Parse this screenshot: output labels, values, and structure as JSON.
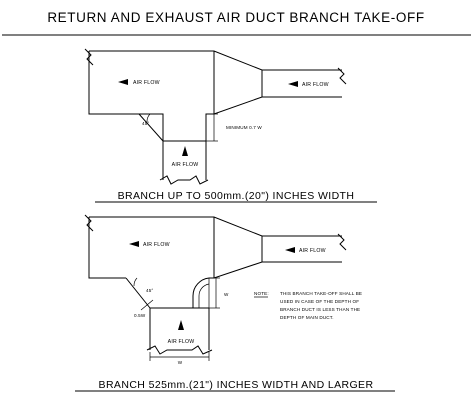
{
  "title": "RETURN AND EXHAUST AIR DUCT BRANCH TAKE-OFF",
  "detail_1": {
    "caption": "BRANCH UP TO 500mm.(20\") INCHES WIDTH",
    "main_duct_label": "AIR FLOW",
    "outlet_label": "AIR FLOW",
    "branch_label": "AIR FLOW",
    "angle_label": "45°",
    "dimension_note": "MINIMUM 0.7 W"
  },
  "detail_2": {
    "caption": "BRANCH 525mm.(21\") INCHES WIDTH AND LARGER",
    "main_duct_label": "AIR FLOW",
    "outlet_label": "AIR FLOW",
    "branch_label": "AIR FLOW",
    "angle_label": "45°",
    "radius_label": "0.5W",
    "height_label": "W",
    "width_label": "W",
    "note_heading": "NOTE:",
    "note_lines": [
      "THIS BRANCH TAKE-OFF SHALL BE",
      "USED IN CASE OF THE DEPTH OF",
      "BRANCH DUCT IS LESS THAN THE",
      "DEPTH OF MAIN DUCT."
    ]
  }
}
